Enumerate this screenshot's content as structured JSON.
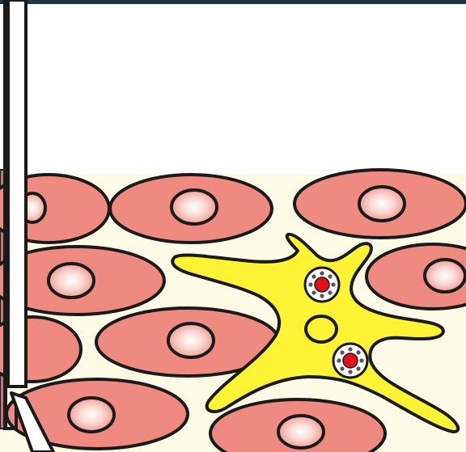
{
  "figure": {
    "kind": "illustration",
    "depicts": [
      "epithelial-cells",
      "dendritic-cell",
      "virus-particles"
    ],
    "colors": {
      "background_top": "#ffffff",
      "tissue_background": "#fdfbe6",
      "cell_fill": "#ef8a80",
      "nucleus_fill": "#f3b0a7",
      "dendritic_fill": "#fff433",
      "virus_core": "#e0101c",
      "outline": "#1a1a1a",
      "top_border": "#1d3340",
      "left_column_fill": "#e36b6b"
    }
  }
}
